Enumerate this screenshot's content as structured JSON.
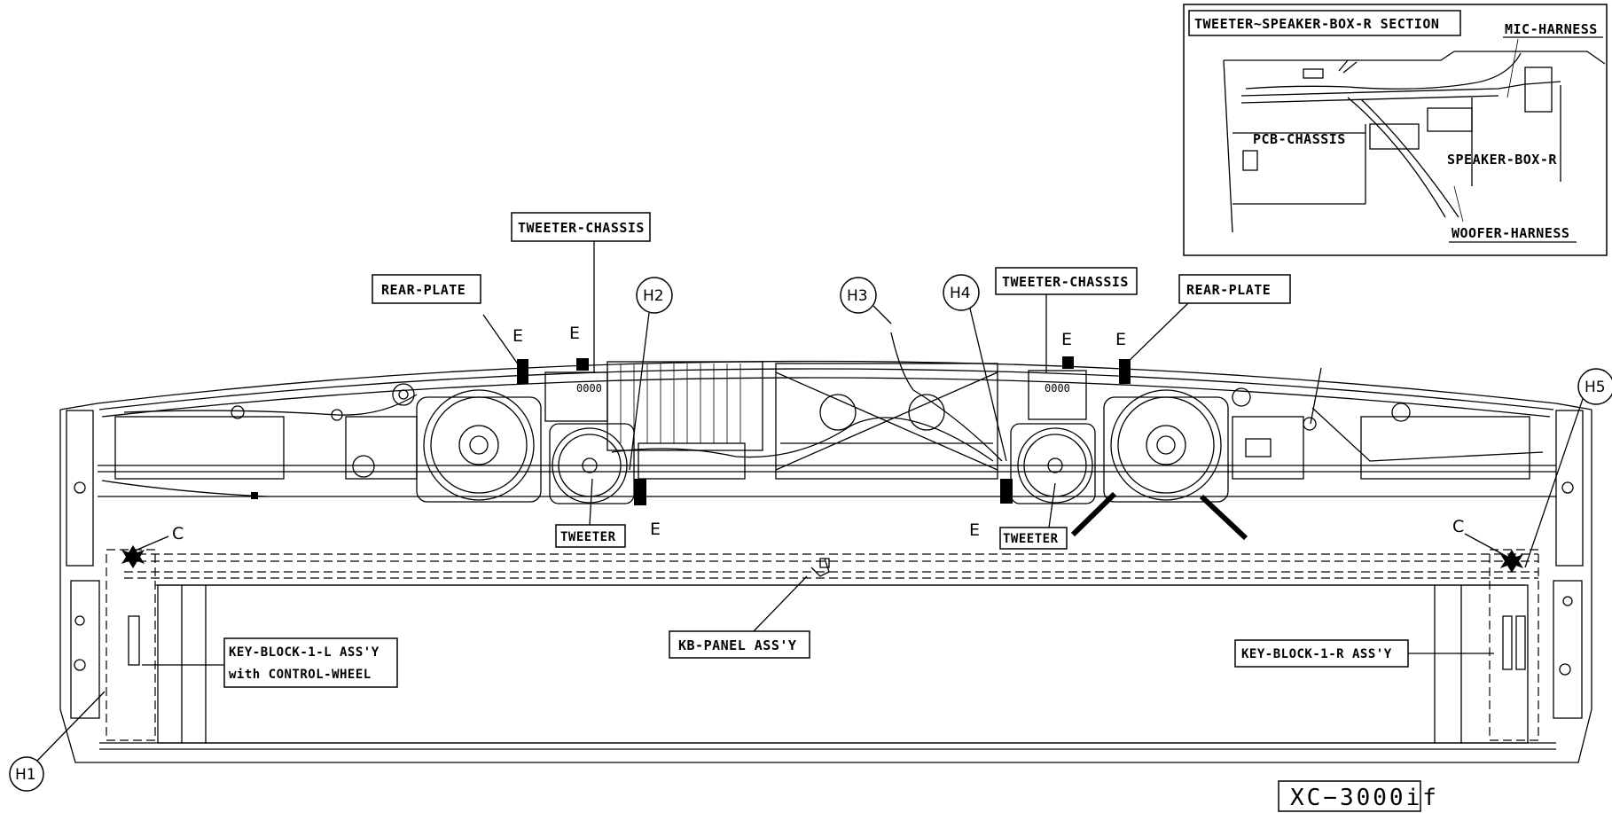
{
  "model_label": "XC−3000if",
  "inset": {
    "title": "TWEETER∼SPEAKER-BOX-R SECTION",
    "labels": {
      "mic_harness": "MIC-HARNESS",
      "pcb_chassis": "PCB-CHASSIS",
      "speaker_box_r": "SPEAKER-BOX-R",
      "woofer_harness": "WOOFER-HARNESS"
    }
  },
  "callouts": {
    "tweeter_chassis_left": "TWEETER-CHASSIS",
    "tweeter_chassis_right": "TWEETER-CHASSIS",
    "rear_plate_left": "REAR-PLATE",
    "rear_plate_right": "REAR-PLATE",
    "tweeter_left": "TWEETER",
    "tweeter_right": "TWEETER",
    "kb_panel": "KB-PANEL ASS'Y",
    "key_block_l_line1": "KEY-BLOCK-1-L ASS'Y",
    "key_block_l_line2": "with CONTROL-WHEEL",
    "key_block_r": "KEY-BLOCK-1-R ASS'Y"
  },
  "markers": {
    "h1": "H1",
    "h2": "H2",
    "h3": "H3",
    "h4": "H4",
    "h5": "H5"
  },
  "letters": {
    "e": "E",
    "c": "C"
  }
}
